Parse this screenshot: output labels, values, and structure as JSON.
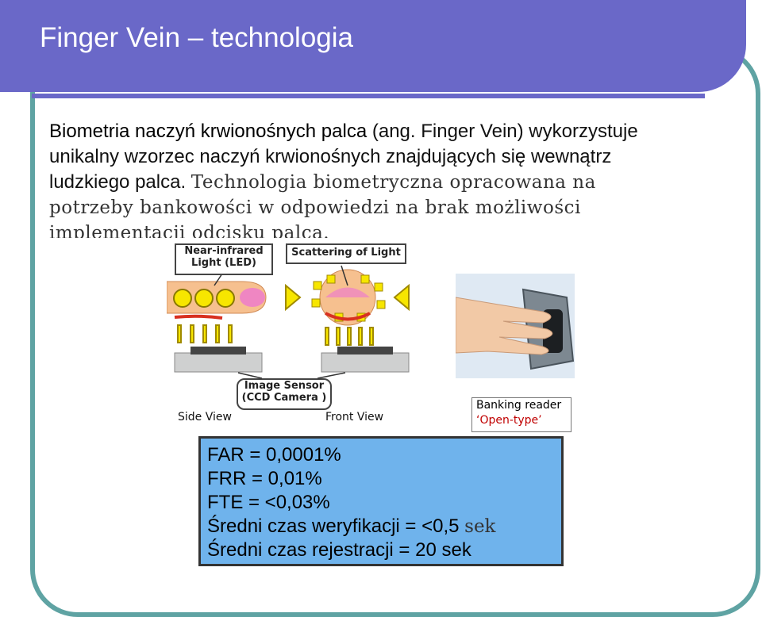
{
  "slide": {
    "title": "Finger Vein – technologia",
    "paragraph": {
      "highlight": "Biometria naczyń krwionośnych palca",
      "sans_rest": " (ang. Finger Vein) wykorzystuje unikalny wzorzec naczyń krwionośnych znajdujących się wewnątrz ludzkiego palca.",
      "serif_part": "Technologia biometryczna opracowana na potrzeby bankowości w odpowiedzi na brak możliwości implementacji odcisku palca."
    }
  },
  "diagram": {
    "near_ir_line1": "Near-infrared",
    "near_ir_line2": "Light (LED)",
    "scattering": "Scattering of Light",
    "sensor_line1": "Image Sensor",
    "sensor_line2": "(CCD Camera )",
    "side_view": "Side View",
    "front_view": "Front View"
  },
  "reader": {
    "line1": "Banking reader",
    "line2": "‘Open-type’"
  },
  "stats": {
    "far": "FAR = 0,0001%",
    "frr": "FRR = 0,01%",
    "fte": "FTE = <0,03%",
    "verif_prefix": "Średni czas weryfikacji = <0,5 ",
    "verif_unit": "sek",
    "enroll": "Średni czas rejestracji = 20 sek"
  },
  "colors": {
    "title_bar": "#6a68c8",
    "frame": "#5fa3a3",
    "stats_box": "#6fb3ec"
  }
}
